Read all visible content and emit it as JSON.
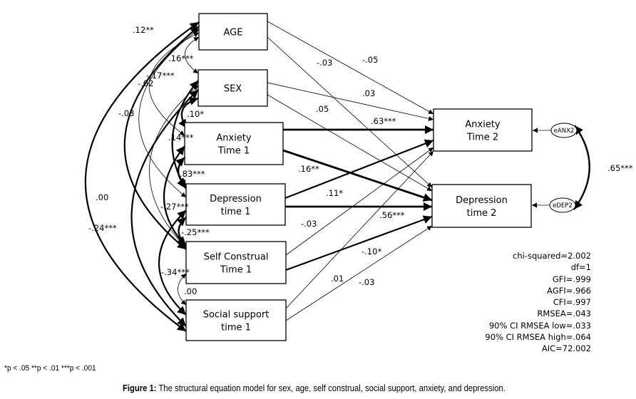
{
  "figure": {
    "caption_label": "Figure 1:",
    "caption_text": " The structural equation model for sex, age, self construal, social support, anxiety, and depression.",
    "significance_note": "*p < .05 **p < .01 ***p < .001"
  },
  "nodes": {
    "age": {
      "lines": [
        "AGE"
      ]
    },
    "sex": {
      "lines": [
        "SEX"
      ]
    },
    "anx1": {
      "lines": [
        "Anxiety",
        "Time 1"
      ]
    },
    "dep1": {
      "lines": [
        "Depression",
        "time 1"
      ]
    },
    "sc1": {
      "lines": [
        "Self Construal",
        "Time 1"
      ]
    },
    "ss1": {
      "lines": [
        "Social support",
        "time 1"
      ]
    },
    "anx2": {
      "lines": [
        "Anxiety",
        "Time 2"
      ]
    },
    "dep2": {
      "lines": [
        "Depression",
        "time 2"
      ]
    }
  },
  "error_terms": {
    "eANX2": {
      "label": "eANX2",
      "target": "anx2"
    },
    "eDEP2": {
      "label": "eDEP2",
      "target": "dep2"
    }
  },
  "paths": [
    {
      "from": "age",
      "to": "anx2",
      "coef": "-.05"
    },
    {
      "from": "age",
      "to": "dep2",
      "coef": "-.03"
    },
    {
      "from": "sex",
      "to": "anx2",
      "coef": ".03"
    },
    {
      "from": "sex",
      "to": "dep2",
      "coef": ".05"
    },
    {
      "from": "anx1",
      "to": "anx2",
      "coef": ".63***"
    },
    {
      "from": "anx1",
      "to": "dep2",
      "coef": ".16**"
    },
    {
      "from": "dep1",
      "to": "anx2",
      "coef": ".11*"
    },
    {
      "from": "dep1",
      "to": "dep2",
      "coef": ".56***"
    },
    {
      "from": "sc1",
      "to": "anx2",
      "coef": "-.03"
    },
    {
      "from": "sc1",
      "to": "dep2",
      "coef": "-.10*"
    },
    {
      "from": "ss1",
      "to": "anx2",
      "coef": ".01"
    },
    {
      "from": "ss1",
      "to": "dep2",
      "coef": "-.03"
    }
  ],
  "covariances": [
    {
      "a": "age",
      "b": "sex",
      "coef": ".16***"
    },
    {
      "a": "age",
      "b": "anx1",
      "coef": "-.17***"
    },
    {
      "a": "age",
      "b": "dep1",
      "coef": "-.02"
    },
    {
      "a": "age",
      "b": "sc1",
      "coef": "-.03"
    },
    {
      "a": "age",
      "b": "ss1",
      "coef": ".12**"
    },
    {
      "a": "sex",
      "b": "anx1",
      "coef": ".10*"
    },
    {
      "a": "sex",
      "b": "dep1",
      "coef": ".14***"
    },
    {
      "a": "sex",
      "b": "sc1",
      "coef": ".00"
    },
    {
      "a": "sex",
      "b": "ss1",
      "coef": "-.24***"
    },
    {
      "a": "anx1",
      "b": "dep1",
      "coef": ".83***"
    },
    {
      "a": "anx1",
      "b": "sc1",
      "coef": "-.27***"
    },
    {
      "a": "dep1",
      "b": "sc1",
      "coef": "-.25***"
    },
    {
      "a": "dep1",
      "b": "ss1",
      "coef": "-.34***"
    },
    {
      "a": "sc1",
      "b": "ss1",
      "coef": ".00"
    },
    {
      "a": "eANX2",
      "b": "eDEP2",
      "coef": ".65***"
    }
  ],
  "fit_indices": [
    "chi-squared=2.002",
    "df=1",
    "GFI=.999",
    "AGFI=.966",
    "CFI=.997",
    "RMSEA=.043",
    "90% CI RMSEA low=.033",
    "90% CI RMSEA high=.064",
    "AIC=72.002"
  ]
}
